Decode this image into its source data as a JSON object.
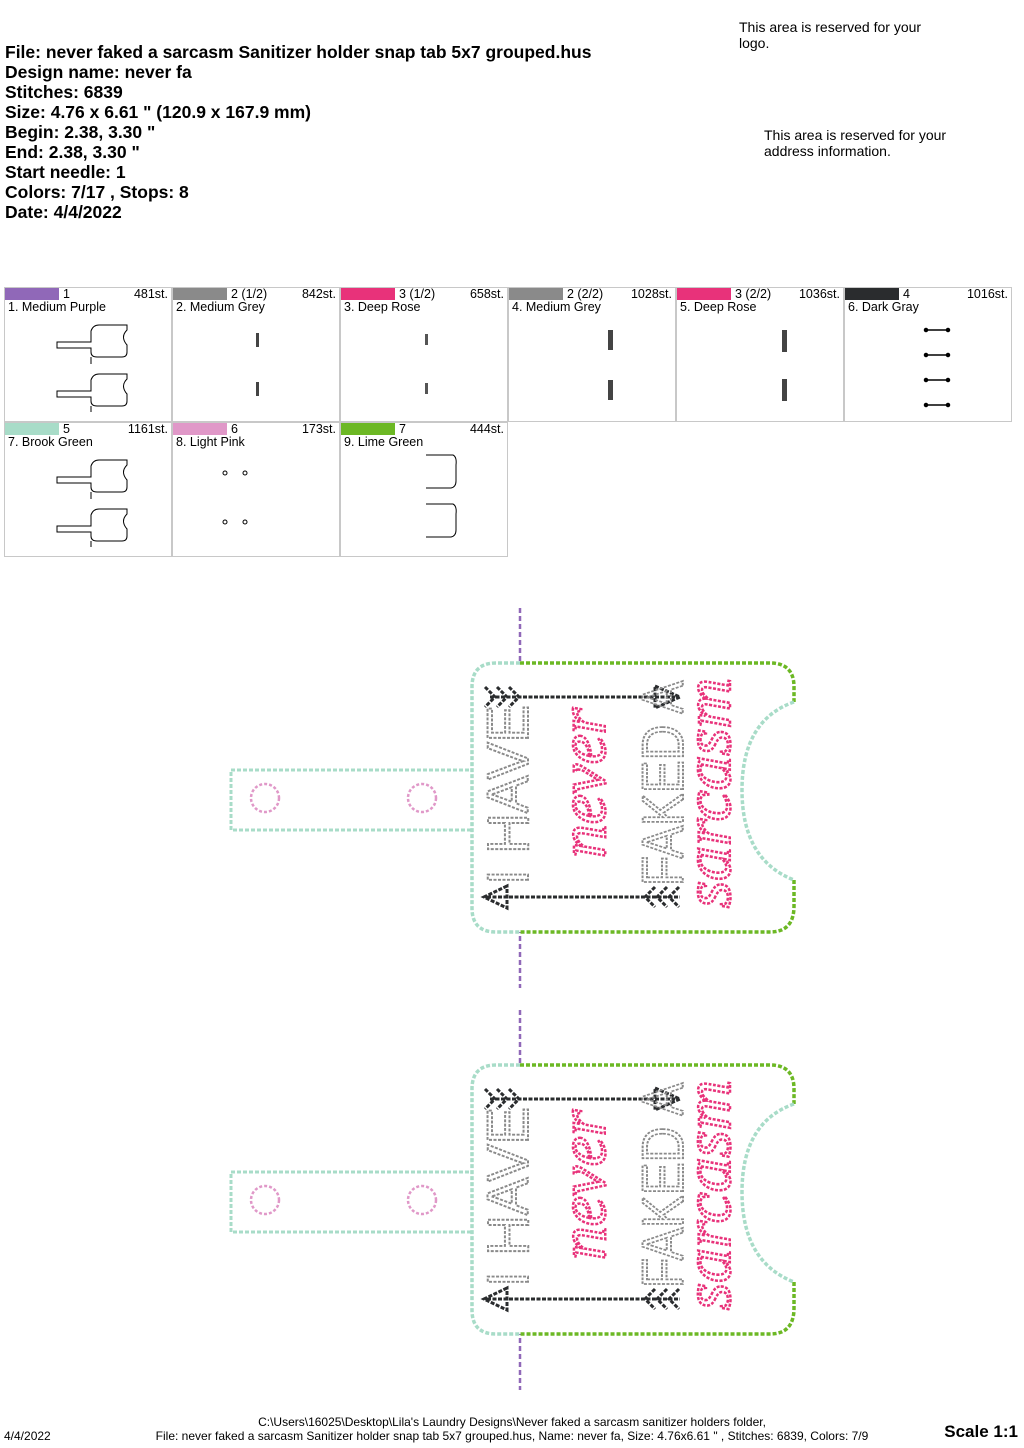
{
  "header": {
    "file": "File: never faked a sarcasm Sanitizer holder snap tab 5x7 grouped.hus",
    "design_name": "Design name: never fa",
    "stitches": "Stitches: 6839",
    "size": "Size: 4.76 x 6.61 \" (120.9 x 167.9 mm)",
    "begin": "Begin: 2.38, 3.30 \"",
    "end": "End: 2.38, 3.30 \"",
    "start_needle": "Start needle: 1",
    "colors": "Colors: 7/17 , Stops: 8",
    "date": "Date: 4/4/2022"
  },
  "notes": {
    "logo": "This area is reserved for your logo.",
    "address": "This area is reserved for your address information."
  },
  "color_stops": [
    {
      "needle": "1",
      "stitches": "481st.",
      "name": "1. Medium Purple",
      "color": "#9068b8",
      "thumb": "outline"
    },
    {
      "needle": "2 (1/2)",
      "stitches": "842st.",
      "name": "2. Medium Grey",
      "color": "#8a8a8a",
      "thumb": "text-grey"
    },
    {
      "needle": "3 (1/2)",
      "stitches": "658st.",
      "name": "3. Deep Rose",
      "color": "#e8327a",
      "thumb": "text-rose"
    },
    {
      "needle": "2 (2/2)",
      "stitches": "1028st.",
      "name": "4. Medium Grey",
      "color": "#8a8a8a",
      "thumb": "text-grey2"
    },
    {
      "needle": "3 (2/2)",
      "stitches": "1036st.",
      "name": "5. Deep Rose",
      "color": "#e8327a",
      "thumb": "text-rose2"
    },
    {
      "needle": "4",
      "stitches": "1016st.",
      "name": "6. Dark Gray",
      "color": "#2a2c2e",
      "thumb": "arrows"
    },
    {
      "needle": "5",
      "stitches": "1161st.",
      "name": "7. Brook Green",
      "color": "#a8dcc8",
      "thumb": "outline"
    },
    {
      "needle": "6",
      "stitches": "173st.",
      "name": "8. Light Pink",
      "color": "#e098c8",
      "thumb": "circles"
    },
    {
      "needle": "7",
      "stitches": "444st.",
      "name": "9. Lime Green",
      "color": "#6cb824",
      "thumb": "brackets"
    }
  ],
  "design": {
    "text_have": "I HAVE",
    "text_never": "never",
    "text_faked": "FAKED A",
    "text_sarcasm": "sarcasm"
  },
  "footer": {
    "path": "C:\\Users\\16025\\Desktop\\Lila's Laundry Designs\\Never faked a sarcasm sanitizer holders folder,",
    "file_line": "File: never faked a sarcasm Sanitizer holder snap tab 5x7 grouped.hus, Name: never fa, Size: 4.76x6.61 \" , Stitches: 6839, Colors: 7/9",
    "date": "4/4/2022",
    "scale": "Scale 1:1"
  }
}
